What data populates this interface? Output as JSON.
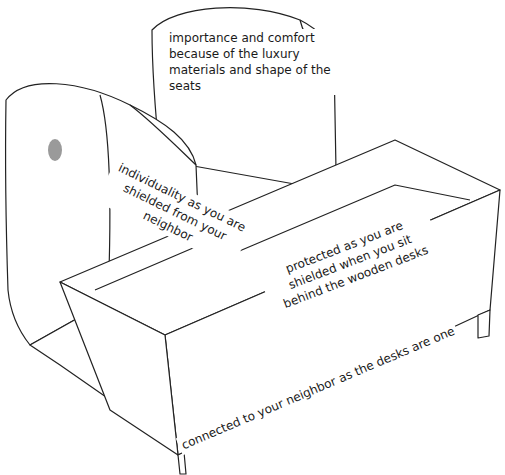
{
  "diagram": {
    "labels": [
      "importance and comfort because of the luxury materials and shape of the seats",
      "individuality as you are shielded from your neighbor",
      "protected as you are shielded when you sit behind the wooden desks",
      "connected to your neighbor as the desks are one"
    ]
  }
}
